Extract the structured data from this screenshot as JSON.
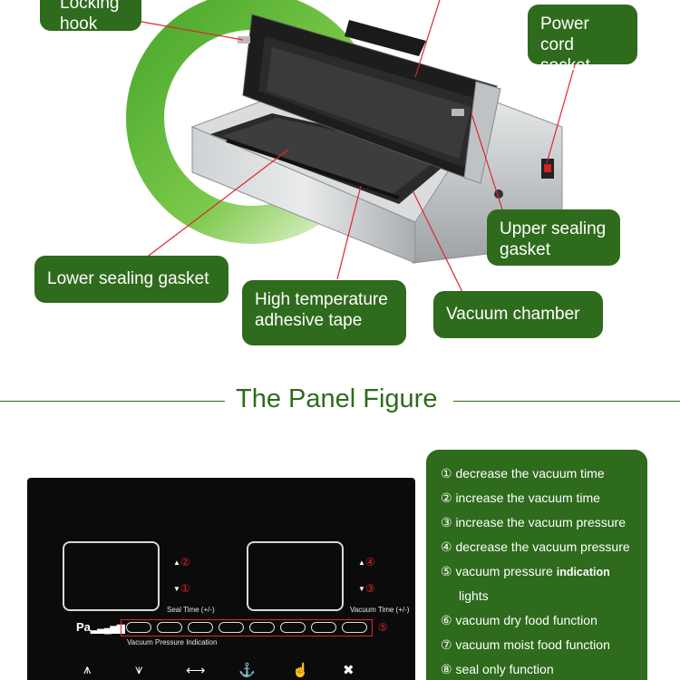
{
  "callouts": {
    "locking_hook": "Locking\nhook",
    "power_cord_socket": "Power cord socket",
    "upper_sealing_gasket": "Upper sealing gasket",
    "lower_sealing_gasket": "Lower sealing gasket",
    "high_temp_tape": "High temperature adhesive tape",
    "vacuum_chamber": "Vacuum chamber"
  },
  "section_title": "The Panel Figure",
  "panel": {
    "seal_time_label": "Seal Time (+/-)",
    "vacuum_time_label": "Vacuum Time (+/-)",
    "vacuum_pressure_label": "Vacuum Pressure Indication",
    "pressure_prefix": "Pa",
    "marker_1": "①",
    "marker_2": "②",
    "marker_3": "③",
    "marker_4": "④",
    "marker_5": "⑤",
    "indicator_lights": 8
  },
  "legend": {
    "items": [
      "① decrease the vacuum time",
      "② increase the vacuum time",
      "③ increase the vacuum pressure",
      "④ decrease the vacuum pressure",
      "⑤ vacuum pressure",
      "lights",
      "⑥ vacuum dry food function",
      "⑦ vacuum moist food function",
      "⑧ seal only  function"
    ],
    "indication_word": "indication"
  },
  "colors": {
    "brand_green": "#2e6b1c",
    "leader_red": "#e0242c",
    "panel_black": "#0b0b0b"
  }
}
